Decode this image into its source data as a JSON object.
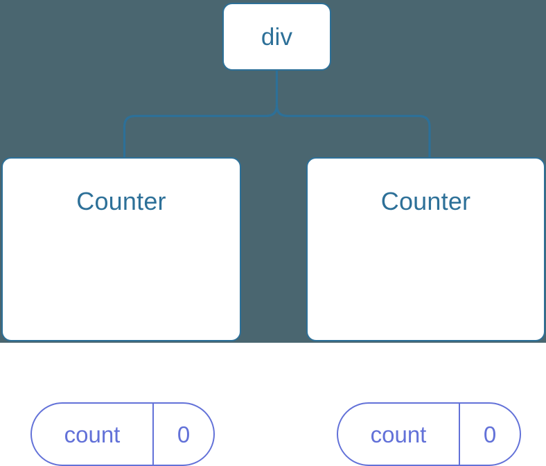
{
  "diagram": {
    "title": "react-component-tree",
    "background_color": "#4a6670",
    "node_border_color": "#2d7098",
    "node_fill_color": "#ffffff",
    "node_text_color": "#2d7098",
    "state_pill_color": "#6271d8",
    "connector_color": "#2d7098"
  },
  "root": {
    "label": "div"
  },
  "children": [
    {
      "name": "Counter",
      "state": {
        "key": "count",
        "value": "0"
      }
    },
    {
      "name": "Counter",
      "state": {
        "key": "count",
        "value": "0"
      }
    }
  ]
}
